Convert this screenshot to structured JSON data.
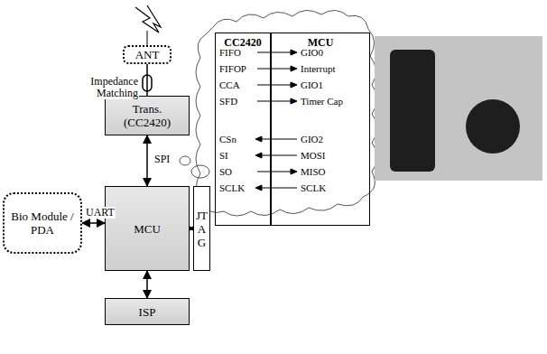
{
  "diagram": {
    "nodes": [
      {
        "text": [
          "ANT"
        ]
      },
      {
        "text": [
          "Trans. (CC2420)"
        ]
      },
      {
        "text": [
          "MCU"
        ]
      },
      {
        "text": [
          "Bio Module / PDA"
        ]
      },
      {
        "text": [
          "JTAG"
        ]
      },
      {
        "text": [
          "ISP"
        ]
      },
      {
        "text": [
          "CC2420"
        ]
      },
      {
        "text": [
          "MCU"
        ]
      }
    ],
    "edges": [
      {
        "from": 0,
        "to": 1,
        "arrow": "none",
        "label": "Impedance Matching"
      },
      {
        "from": 1,
        "to": 2,
        "arrow": "both",
        "label": "SPI"
      },
      {
        "from": 3,
        "to": 2,
        "arrow": "both",
        "label": "UART"
      },
      {
        "from": 2,
        "to": 4,
        "arrow": "both"
      },
      {
        "from": 2,
        "to": 5,
        "arrow": "both"
      }
    ],
    "labels": [
      "FIFO",
      "FIFOP",
      "CCA",
      "SFD",
      "CSn",
      "SI",
      "SO",
      "SCLK",
      "GIO0",
      "Interrupt",
      "GIO1",
      "Timer Cap",
      "GIO2",
      "MOSI",
      "MISO",
      "SCLK"
    ]
  }
}
